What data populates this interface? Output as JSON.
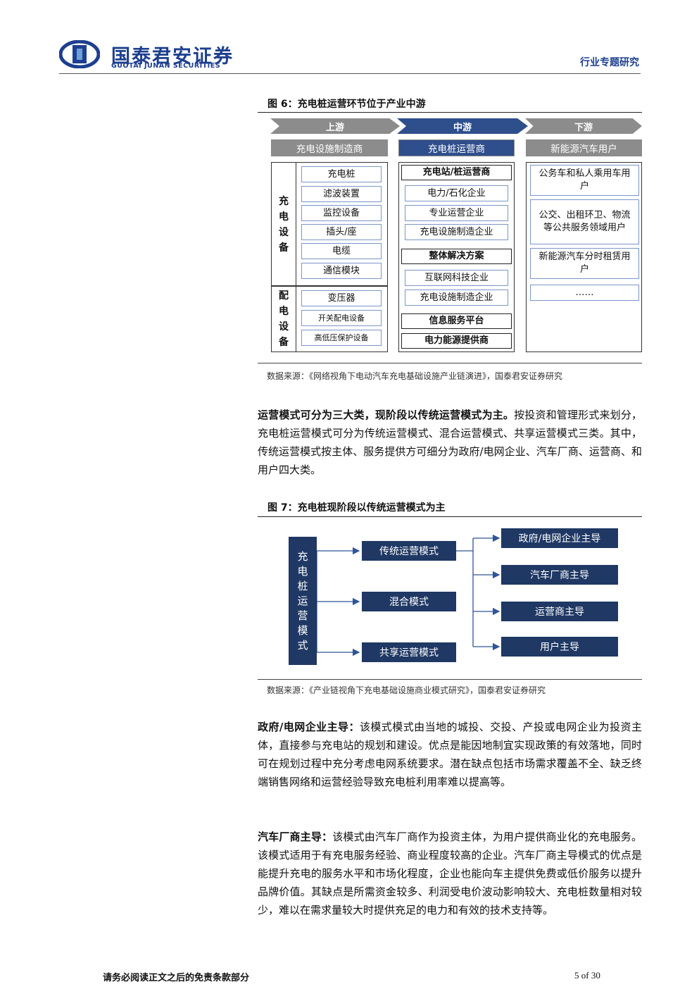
{
  "header": {
    "logo_cn": "国泰君安证券",
    "logo_en": "GUOTAI JUNAN SECURITIES",
    "doc_type": "行业专题研究",
    "brand_color": "#1d3f8f"
  },
  "figure6": {
    "title": "图 6：充电桩运营环节位于产业中游",
    "stages": [
      "上游",
      "中游",
      "下游"
    ],
    "columns": [
      "充电设施制造商",
      "充电桩运营商",
      "新能源汽车用户"
    ],
    "upstream": {
      "group1_label": "充电设备",
      "group1_label_chars": [
        "充",
        "电",
        "设",
        "备"
      ],
      "group1_items": [
        "充电桩",
        "滤波装置",
        "监控设备",
        "插头/座",
        "电缆",
        "通信模块"
      ],
      "group2_label": "配电设备",
      "group2_label_chars": [
        "配",
        "电",
        "设",
        "备"
      ],
      "group2_items": [
        "变压器",
        "开关配电设备",
        "高低压保护设备"
      ]
    },
    "midstream": {
      "group1_head": "充电站/桩运营商",
      "group1_items": [
        "电力/石化企业",
        "专业运营企业",
        "充电设施制造企业"
      ],
      "group2_head": "整体解决方案",
      "group2_items": [
        "互联网科技企业",
        "充电设施制造企业"
      ],
      "group3_head": "信息服务平台",
      "group4_head": "电力能源提供商"
    },
    "downstream": {
      "items": [
        "公务车和私人乘用车用户",
        "公交、出租环卫、物流等公共服务领域用户",
        "新能源汽车分时租赁用户",
        "……"
      ]
    },
    "source": "数据来源：《网络视角下电动汽车充电基础设施产业链演进》，国泰君安证券研究"
  },
  "para1": {
    "lead": "运营模式可分为三大类，现阶段以传统运营模式为主。",
    "text": "按投资和管理形式来划分，充电桩运营模式可分为传统运营模式、混合运营模式、共享运营模式三类。其中，传统运营模式按主体、服务提供方可细分为政府/电网企业、汽车厂商、运营商、和用户四大类。"
  },
  "figure7": {
    "title": "图 7：充电桩现阶段以传统运营模式为主",
    "root": "充电桩运营模式",
    "root_chars": [
      "充",
      "电",
      "桩",
      "运",
      "营",
      "模",
      "式"
    ],
    "modes": [
      "传统运营模式",
      "混合模式",
      "共享运营模式"
    ],
    "traditional_sub": [
      "政府/电网企业主导",
      "汽车厂商主导",
      "运营商主导",
      "用户主导"
    ],
    "source": "数据来源：《产业链视角下充电基础设施商业模式研究》，国泰君安证券研究"
  },
  "para2": {
    "lead": "政府/电网企业主导：",
    "text": "该模式模式由当地的城投、交投、产投或电网企业为投资主体，直接参与充电站的规划和建设。优点是能因地制宜实现政策的有效落地，同时可在规划过程中充分考虑电网系统要求。潜在缺点包括市场需求覆盖不全、缺乏终端销售网络和运营经验导致充电桩利用率难以提高等。"
  },
  "para3": {
    "lead": "汽车厂商主导：",
    "text": "该模式由汽车厂商作为投资主体，为用户提供商业化的充电服务。该模式适用于有充电服务经验、商业程度较高的企业。汽车厂商主导模式的优点是能提升充电的服务水平和市场化程度，企业也能向车主提供免费或低价服务以提升品牌价值。其缺点是所需资金较多、利润受电价波动影响较大、充电桩数量相对较少，难以在需求量较大时提供充足的电力和有效的技术支持等。"
  },
  "footer": {
    "disclaimer": "请务必阅读正文之后的免责条款部分",
    "page": "5 of 30"
  }
}
